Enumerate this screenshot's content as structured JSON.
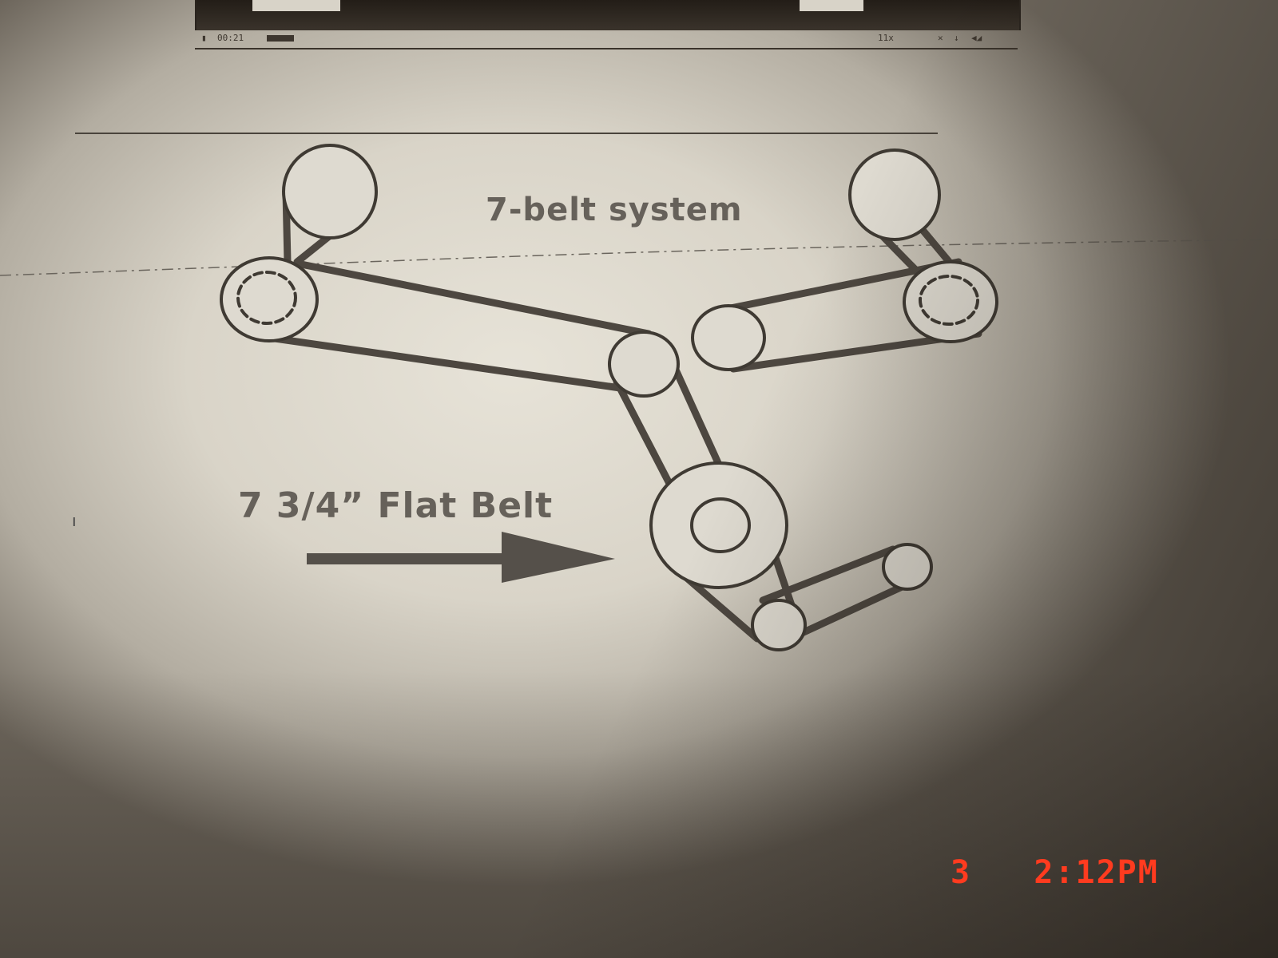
{
  "diagram": {
    "title": "7-belt system",
    "belt_label": "7 3/4” Flat Belt",
    "arrow_icon": "right-arrow-icon"
  },
  "player_bar": {
    "time": "00:21",
    "zoom": "11x"
  },
  "camera_timestamp": {
    "day": "3",
    "time": "2:12PM",
    "color": "#ff3b1f"
  },
  "colors": {
    "ink": "#3f3a33",
    "label_gray": "#66615a"
  }
}
